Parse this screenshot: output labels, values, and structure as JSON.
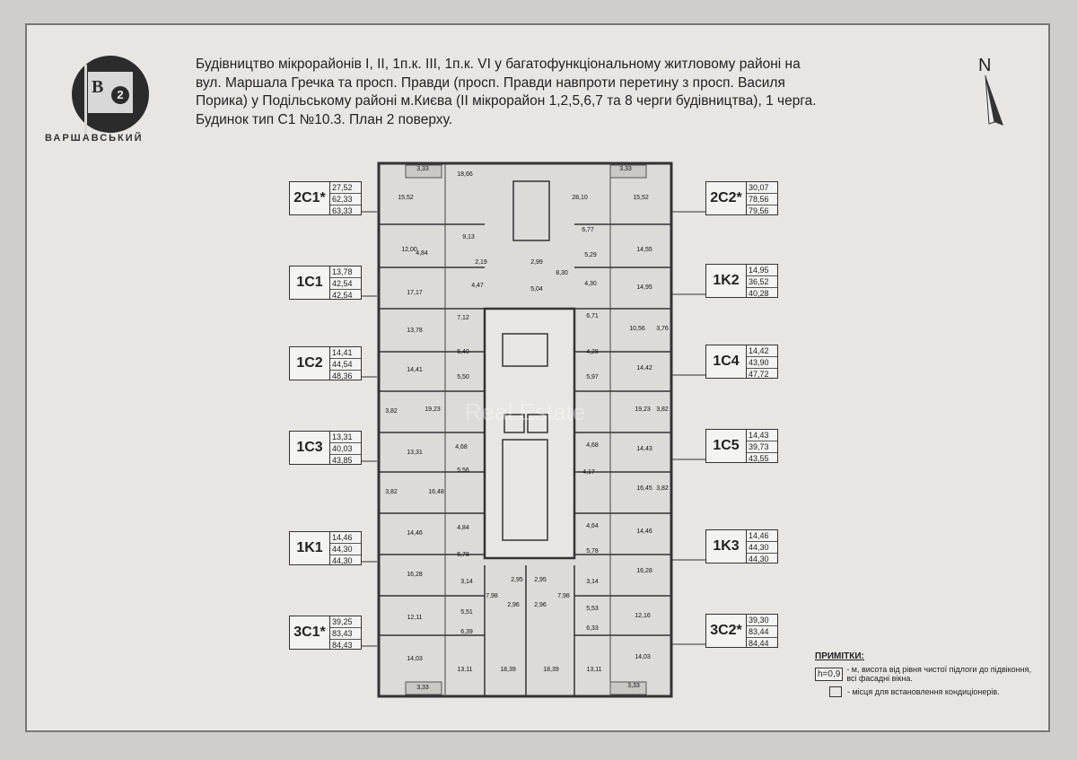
{
  "logo": {
    "letter_b": "B",
    "letter_2": "2",
    "name": "ВАРШАВСЬКИЙ"
  },
  "title_lines": [
    "Будівництво мікрорайонів І, ІІ, 1п.к. ІІІ, 1п.к. VI у багатофункціональному житловому районі на",
    "вул. Маршала Гречка та просп. Правди (просп. Правди навпроти перетину  з просп. Василя",
    "Порика) у Подільському районі м.Києва (ІІ мікрорайон 1,2,5,6,7 та 8 черги будівництва), 1 черга.",
    "Будинок тип С1  №10.3.   План 2 поверху."
  ],
  "north": "N",
  "apartments_left": [
    {
      "code": "2C1*",
      "nums": [
        "27,52",
        "62,33",
        "63,33"
      ]
    },
    {
      "code": "1C1",
      "nums": [
        "13,78",
        "42,54",
        "42,54"
      ]
    },
    {
      "code": "1C2",
      "nums": [
        "14,41",
        "44,54",
        "48,36"
      ]
    },
    {
      "code": "1C3",
      "nums": [
        "13,31",
        "40,03",
        "43,85"
      ]
    },
    {
      "code": "1K1",
      "nums": [
        "14,46",
        "44,30",
        "44,30"
      ]
    },
    {
      "code": "3C1*",
      "nums": [
        "39,25",
        "83,43",
        "84,43"
      ]
    }
  ],
  "apartments_right": [
    {
      "code": "2C2*",
      "nums": [
        "30,07",
        "78,56",
        "79,56"
      ]
    },
    {
      "code": "1K2",
      "nums": [
        "14,95",
        "36,52",
        "40,28"
      ]
    },
    {
      "code": "1C4",
      "nums": [
        "14,42",
        "43,90",
        "47,72"
      ]
    },
    {
      "code": "1C5",
      "nums": [
        "14,43",
        "39,73",
        "43,55"
      ]
    },
    {
      "code": "1K3",
      "nums": [
        "14,46",
        "44,30",
        "44,30"
      ]
    },
    {
      "code": "3C2*",
      "nums": [
        "39,30",
        "83,44",
        "84,44"
      ]
    }
  ],
  "rooms": [
    {
      "label": "3,33"
    },
    {
      "label": "18,66"
    },
    {
      "label": "15,52"
    },
    {
      "label": "9,13"
    },
    {
      "label": "12,00"
    },
    {
      "label": "4,84"
    },
    {
      "label": "2,19"
    },
    {
      "label": "4,47"
    },
    {
      "label": "17,17"
    },
    {
      "label": "7,12"
    },
    {
      "label": "13,78"
    },
    {
      "label": "5,40"
    },
    {
      "label": "14,41"
    },
    {
      "label": "5,50"
    },
    {
      "label": "3,82"
    },
    {
      "label": "19,23"
    },
    {
      "label": "13,31"
    },
    {
      "label": "4,68"
    },
    {
      "label": "5,56"
    },
    {
      "label": "3,82"
    },
    {
      "label": "16,48"
    },
    {
      "label": "14,46"
    },
    {
      "label": "4,84"
    },
    {
      "label": "5,78"
    },
    {
      "label": "16,28"
    },
    {
      "label": "3,14"
    },
    {
      "label": "12,11"
    },
    {
      "label": "5,51"
    },
    {
      "label": "6,39"
    },
    {
      "label": "14,03"
    },
    {
      "label": "3,33"
    },
    {
      "label": "13,11"
    },
    {
      "label": "18,39"
    },
    {
      "label": "7,98"
    },
    {
      "label": "2,95"
    },
    {
      "label": "2,96"
    },
    {
      "label": "3,33"
    },
    {
      "label": "28,10"
    },
    {
      "label": "15,52"
    },
    {
      "label": "6,77"
    },
    {
      "label": "14,55"
    },
    {
      "label": "2,99"
    },
    {
      "label": "8,30"
    },
    {
      "label": "5,04"
    },
    {
      "label": "5,29"
    },
    {
      "label": "4,30"
    },
    {
      "label": "14,95"
    },
    {
      "label": "6,71"
    },
    {
      "label": "10,56"
    },
    {
      "label": "3,76"
    },
    {
      "label": "4,28"
    },
    {
      "label": "14,42"
    },
    {
      "label": "5,97"
    },
    {
      "label": "19,23"
    },
    {
      "label": "3,82"
    },
    {
      "label": "4,68"
    },
    {
      "label": "14,43"
    },
    {
      "label": "4,17"
    },
    {
      "label": "16,45"
    },
    {
      "label": "3,82"
    },
    {
      "label": "4,64"
    },
    {
      "label": "14,46"
    },
    {
      "label": "5,78"
    },
    {
      "label": "16,28"
    },
    {
      "label": "3,14"
    },
    {
      "label": "12,16"
    },
    {
      "label": "5,53"
    },
    {
      "label": "6,33"
    },
    {
      "label": "14,03"
    },
    {
      "label": "3,33"
    },
    {
      "label": "13,11"
    },
    {
      "label": "18,39"
    },
    {
      "label": "7,98"
    },
    {
      "label": "2,95"
    },
    {
      "label": "2,96"
    }
  ],
  "notes": {
    "title": "ПРИМІТКИ:",
    "h_label": "h=0,9",
    "h_text_1": "- м, висота від рівня чистої підлоги до підвіконня,",
    "h_text_2": "всі фасадні вікна.",
    "ac_text": "- місця для встановлення кондиціонерів."
  },
  "watermark": "Real Estate"
}
